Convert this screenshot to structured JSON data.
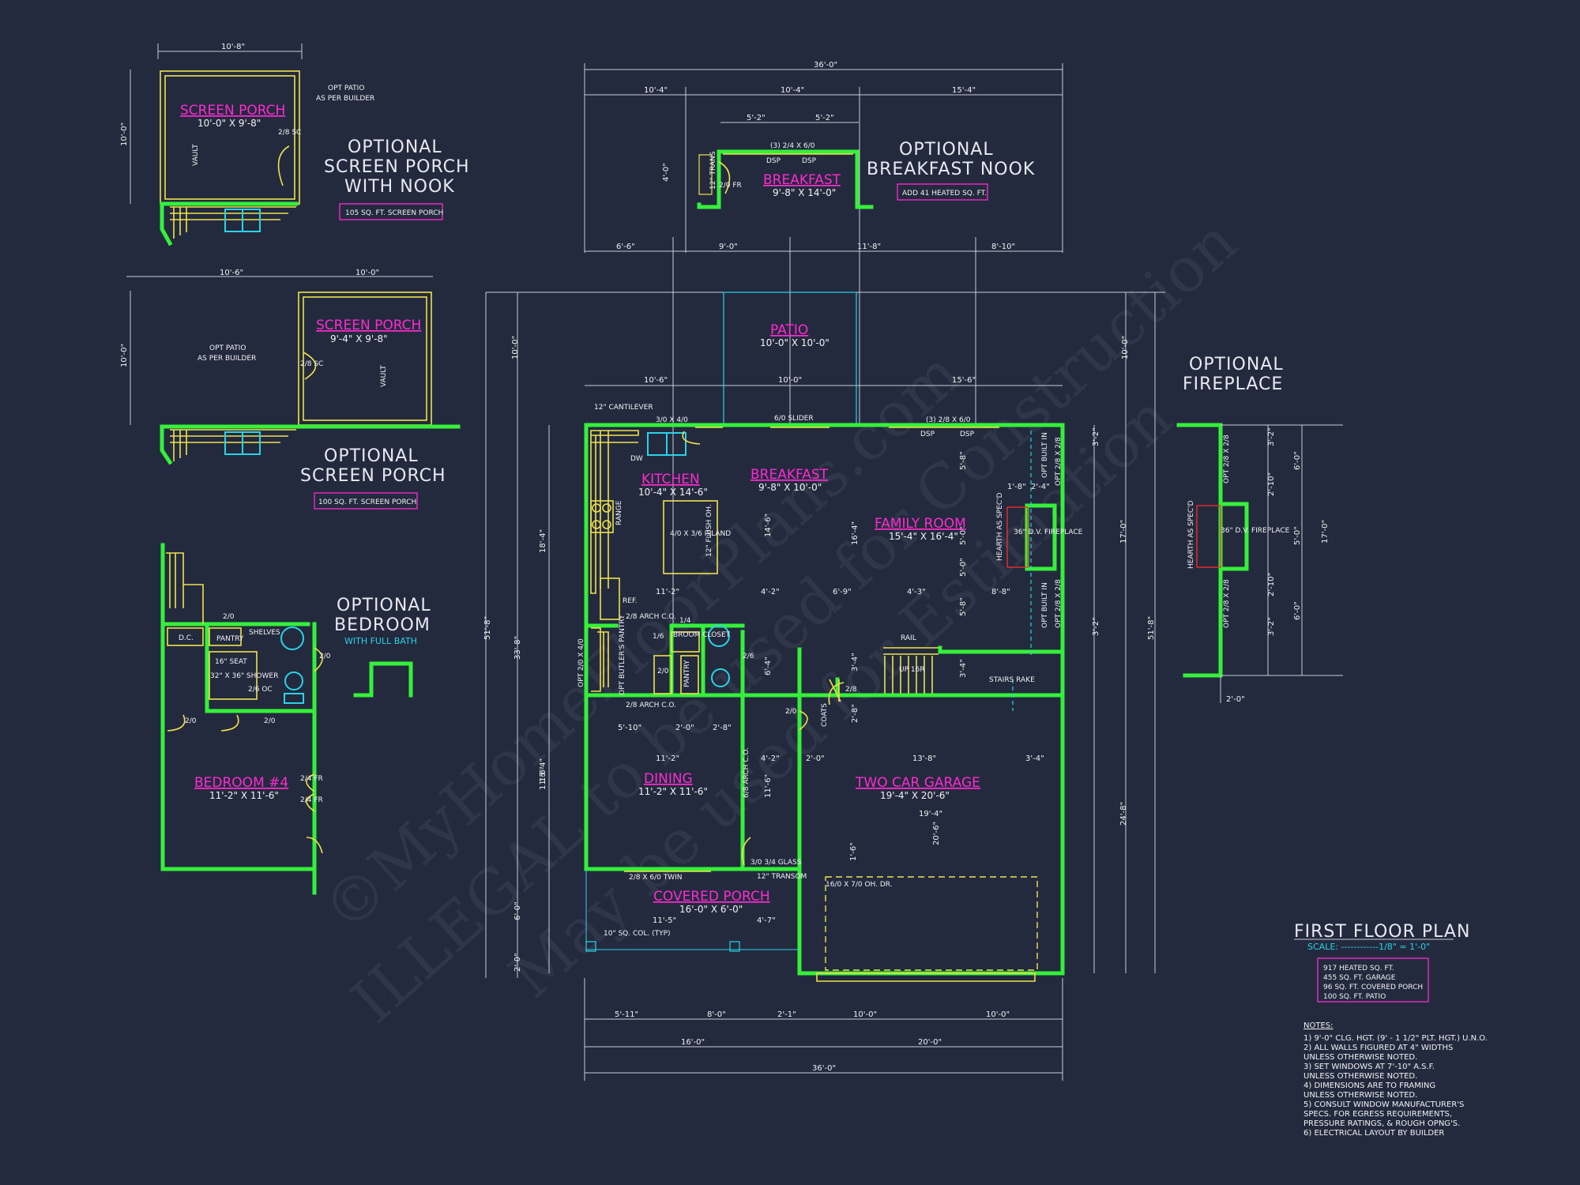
{
  "watermark": {
    "line1": "©MyHomeFloorPlans.com",
    "line2": "ILLEGAL to be used for Construction",
    "line3": "May be used for Estimation"
  },
  "top_left": {
    "title": [
      "OPTIONAL",
      "SCREEN PORCH",
      "WITH NOOK"
    ],
    "room": "SCREEN PORCH",
    "size": "10'-0\" X 9'-8\"",
    "opt_patio": [
      "OPT PATIO",
      "AS PER BUILDER"
    ],
    "box": "105 SQ. FT. SCREEN PORCH",
    "dim_top": "10'-8\"",
    "dim_side": "10'-0\"",
    "door": "2/8 SC",
    "vault": "VAULT"
  },
  "mid_left": {
    "title": [
      "OPTIONAL",
      "SCREEN PORCH"
    ],
    "room": "SCREEN PORCH",
    "size": "9'-4\" X 9'-8\"",
    "opt_patio": [
      "OPT PATIO",
      "AS PER BUILDER"
    ],
    "box": "100 SQ. FT. SCREEN PORCH",
    "dim_a": "10'-6\"",
    "dim_b": "10'-0\"",
    "dim_side": "10'-0\"",
    "door": "2/8 SC",
    "vault": "VAULT"
  },
  "bedroom": {
    "title": [
      "OPTIONAL",
      "BEDROOM"
    ],
    "subtitle": "WITH FULL BATH",
    "room": "BEDROOM #4",
    "size": "11'-2\" X 11'-6\"",
    "labels": {
      "dc": "D.C.",
      "pantry": "PANTRY",
      "shelves": "SHELVES",
      "seat": "16\" SEAT",
      "shower": "32\" X 36\" SHOWER",
      "d1": "2/0",
      "d2": "2/0",
      "d3": "2/0",
      "d4": "2/0",
      "d5": "2/6 OC",
      "fr1": "2/4 FR",
      "fr2": "2/4 FR"
    }
  },
  "nook": {
    "title": [
      "OPTIONAL",
      "BREAKFAST NOOK"
    ],
    "room": "BREAKFAST",
    "size": "9'-8\" X 14'-0\"",
    "box": "ADD 41 HEATED SQ. FT.",
    "dims": {
      "a": "10'-4\"",
      "b": "10'-4\"",
      "c": "15'-4\"",
      "d": "5'-2\"",
      "e": "5'-2\"",
      "f": "4'-0\"",
      "top": "36'-0\""
    },
    "labels": {
      "win": "(3) 2/4 X 6/0",
      "dsp1": "DSP",
      "dsp2": "DSP",
      "fr": "2/0 FR",
      "trans": "12\" TRANS"
    }
  },
  "main": {
    "patio": {
      "room": "PATIO",
      "size": "10'-0\" X 10'-0\""
    },
    "kitchen": {
      "room": "KITCHEN",
      "size": "10'-4\" X 14'-6\""
    },
    "breakfast": {
      "room": "BREAKFAST",
      "size": "9'-8\" X 10'-0\""
    },
    "family": {
      "room": "FAMILY ROOM",
      "size": "15'-4\" X 16'-4\""
    },
    "dining": {
      "room": "DINING",
      "size": "11'-2\" X 11'-6\""
    },
    "garage": {
      "room": "TWO CAR GARAGE",
      "size": "19'-4\" X 20'-6\""
    },
    "porch": {
      "room": "COVERED PORCH",
      "size": "16'-0\" X 6'-0\""
    },
    "labels": {
      "cantilever": "12\" CANTILEVER",
      "win1": "3/0 X 4/0",
      "slider": "6/0 SLIDER",
      "win2": "(3) 2/8 X 6/0",
      "dsp1": "DSP",
      "dsp2": "DSP",
      "dw": "DW",
      "range": "RANGE",
      "island": "4/0 X 3/6 ISLAND",
      "flush": "12\" FLUSH OH.",
      "ref": "REF.",
      "arch1": "2/8 ARCH C.O.",
      "arch2": "2/8 ARCH C.O.",
      "butler": "OPT BUTLER'S PANTRY",
      "broom": "BROOM CLOSET",
      "pantry": "PANTRY",
      "rail": "RAIL",
      "up": "UP 16R",
      "stairs": "STAIRS RAKE",
      "coats": "COATS",
      "glass": "3/0 3/4 GLASS",
      "transom": "12\" TRANSOM",
      "twin": "2/8 X 6/0 TWIN",
      "col": "10\" SQ. COL. (TYP)",
      "garage_door": "16/0 X 7/0 OH. DR.",
      "arch3": "6/8 ARCH C.O.",
      "fireplace": "36\" D.V. FIREPLACE",
      "hearth": "HEARTH AS SPEC'D",
      "builtin1": "OPT BUILT IN",
      "builtin2": "OPT BUILT IN",
      "win3": "OPT 2/8 X 2/8",
      "win4": "OPT 2/8 X 2/8",
      "win5": "OPT 2/0 X 4/0",
      "d28": "2/8",
      "d26": "2/6",
      "d20a": "2/0",
      "d20b": "2/0",
      "d14": "1/4",
      "d16": "1/6"
    },
    "dims_top": [
      "6'-6\"",
      "9'-0\"",
      "11'-8\"",
      "8'-10\""
    ],
    "dims_patio": [
      "10'-6\"",
      "10'-0\"",
      "15'-6\""
    ],
    "dims_bottom1": [
      "5'-11\"",
      "8'-0\"",
      "2'-1\"",
      "10'-0\"",
      "10'-0\""
    ],
    "dims_bottom2": [
      "16'-0\"",
      "20'-0\""
    ],
    "dim_total": "36'-0\"",
    "dims_left": [
      "10'-0\"",
      "51'-8\"",
      "33'-8\"",
      "18'-4\"",
      "15'-4\"",
      "6'-0\"",
      "2'-0\""
    ],
    "dims_right": [
      "10'-0\"",
      "51'-8\"",
      "17'-0\"",
      "24'-8\"",
      "3'-2\"",
      "3'-2\""
    ],
    "dims_inner": [
      "11'-2\"",
      "4'-2\"",
      "6'-9\"",
      "4'-3\"",
      "8'-8\"",
      "5'-10\"",
      "2'-0\"",
      "2'-8\"",
      "11'-2\"",
      "4'-2\"",
      "2'-0\"",
      "13'-8\"",
      "3'-4\"",
      "19'-4\"",
      "11'-6\"",
      "11'-6\"",
      "14'-6\"",
      "16'-4\"",
      "1'-8\"",
      "2'-4\"",
      "5'-8\"",
      "5'-8\"",
      "5'-0\"",
      "5'-0\"",
      "20'-6\"",
      "2'-8\"",
      "3'-4\"",
      "3'-4\"",
      "6'-4\"",
      "11'-5\"",
      "4'-7\"",
      "1'-6\""
    ]
  },
  "fireplace_opt": {
    "title": [
      "OPTIONAL",
      "FIREPLACE"
    ],
    "label": "36\" D.V. FIREPLACE",
    "hearth": "HEARTH AS SPEC'D",
    "win1": "OPT 2/8 X 2/8",
    "win2": "OPT 2/8 X 2/8",
    "dims": [
      "3'-2\"",
      "6'-0\"",
      "2'-10\"",
      "5'-0\"",
      "2'-10\"",
      "6'-0\"",
      "3'-2\"",
      "17'-0\"",
      "2'-0\""
    ]
  },
  "legend": {
    "title": "FIRST FLOOR PLAN",
    "scale": "SCALE: ------------1/8\" = 1'-0\"",
    "areas": [
      "917 HEATED SQ. FT.",
      "455 SQ. FT. GARAGE",
      "96 SQ. FT. COVERED PORCH",
      "100 SQ. FT. PATIO"
    ],
    "notes_title": "NOTES:",
    "notes": [
      "1)  9'-0\" CLG. HGT. (9' - 1 1/2\" PLT. HGT.) U.N.O.",
      "2)  ALL WALLS FIGURED AT 4\" WIDTHS",
      "     UNLESS OTHERWISE NOTED.",
      "3)  SET WINDOWS AT 7'-10\" A.S.F.",
      "     UNLESS OTHERWISE NOTED.",
      "4)  DIMENSIONS ARE TO FRAMING",
      "     UNLESS OTHERWISE NOTED.",
      "5)  CONSULT WINDOW MANUFACTURER'S",
      "     SPECS. FOR EGRESS REQUIREMENTS,",
      "     PRESSURE RATINGS, & ROUGH OPNG'S.",
      "6)  ELECTRICAL LAYOUT BY BUILDER"
    ]
  },
  "colors": {
    "background": "#232a3e",
    "walls": "#35f03a",
    "room_labels": "#ff2ad0",
    "fixtures": "#f0e24a",
    "cyan": "#29d3e6"
  }
}
